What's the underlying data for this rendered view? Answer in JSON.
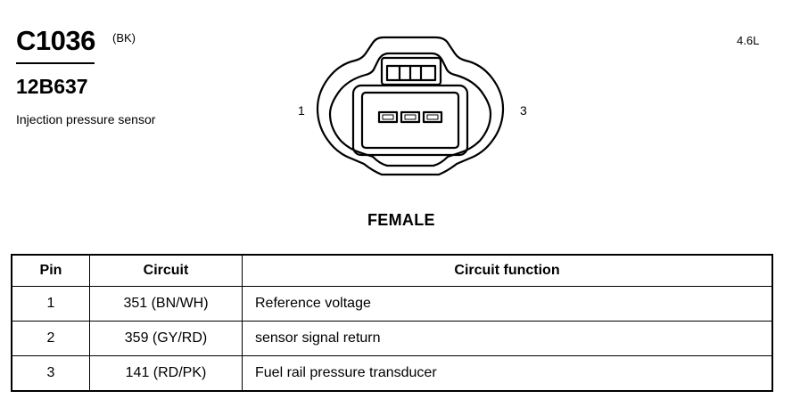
{
  "header": {
    "connector_id": "C1036",
    "color_code": "(BK)",
    "part_number": "12B637",
    "description": "Injection pressure sensor",
    "engine": "4.6L"
  },
  "diagram": {
    "pin_left": "1",
    "pin_right": "3",
    "gender": "FEMALE"
  },
  "table": {
    "columns": [
      "Pin",
      "Circuit",
      "Circuit function"
    ],
    "rows": [
      {
        "pin": "1",
        "circuit": "351 (BN/WH)",
        "function": "Reference voltage"
      },
      {
        "pin": "2",
        "circuit": "359 (GY/RD)",
        "function": "sensor signal return"
      },
      {
        "pin": "3",
        "circuit": "141 (RD/PK)",
        "function": "Fuel rail pressure transducer"
      }
    ]
  }
}
